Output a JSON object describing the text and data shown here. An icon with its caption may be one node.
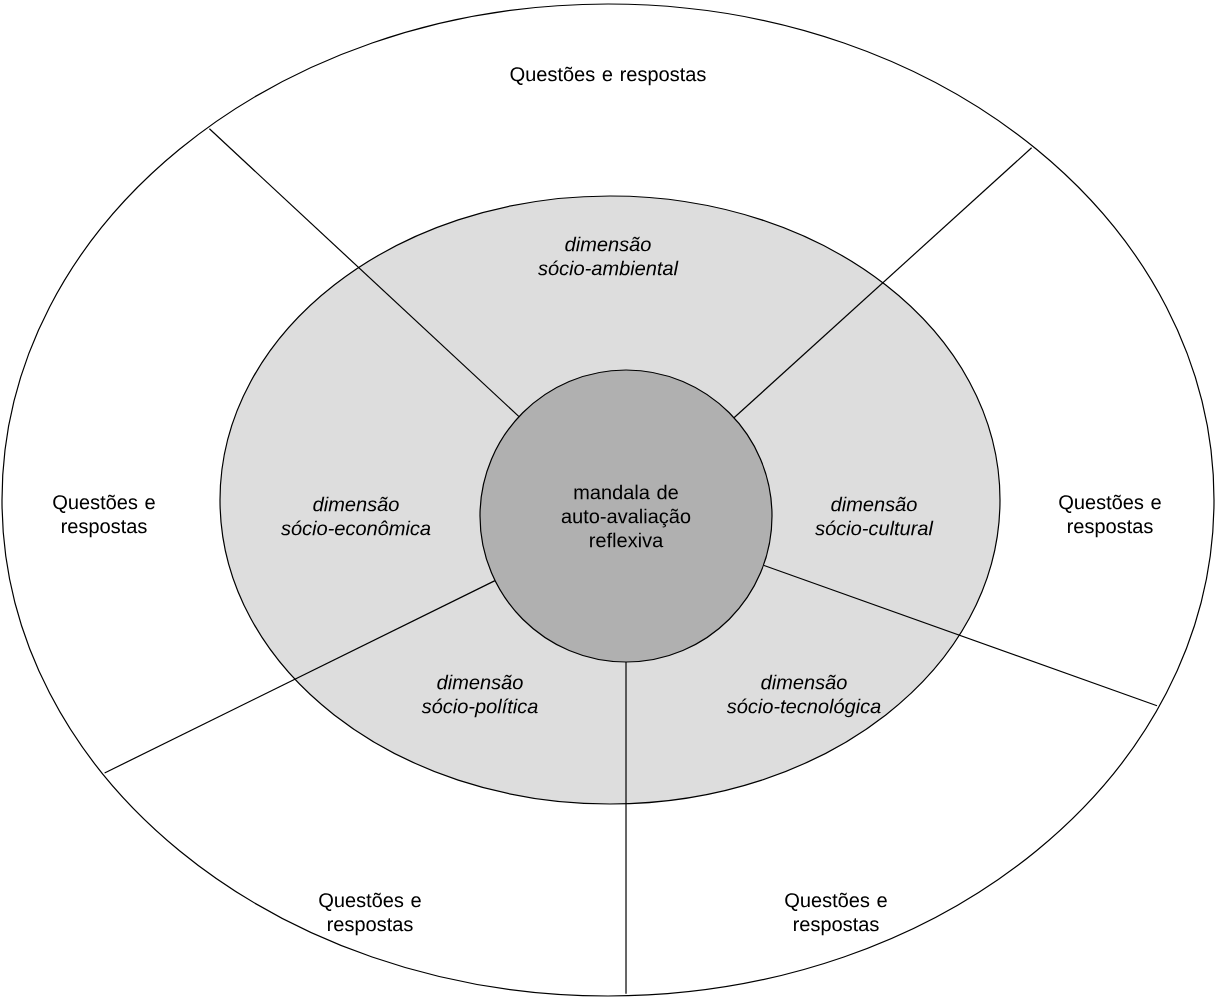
{
  "diagram": {
    "nodes": [
      {
        "text": [],
        "shape": "ellipse"
      },
      {
        "text": [],
        "shape": "ellipse",
        "in": 0
      },
      {
        "text": [
          "mandala de auto-avaliação reflexiva"
        ],
        "in": 1
      }
    ],
    "labels": [
      "Questões e respostas",
      "dimensão sócio-ambiental",
      "Questões e respostas",
      "dimensão sócio-econômica",
      "dimensão sócio-cultural",
      "Questões e respostas",
      "dimensão sócio-política",
      "dimensão sócio-tecnológica",
      "Questões e respostas",
      "Questões e respostas"
    ]
  }
}
